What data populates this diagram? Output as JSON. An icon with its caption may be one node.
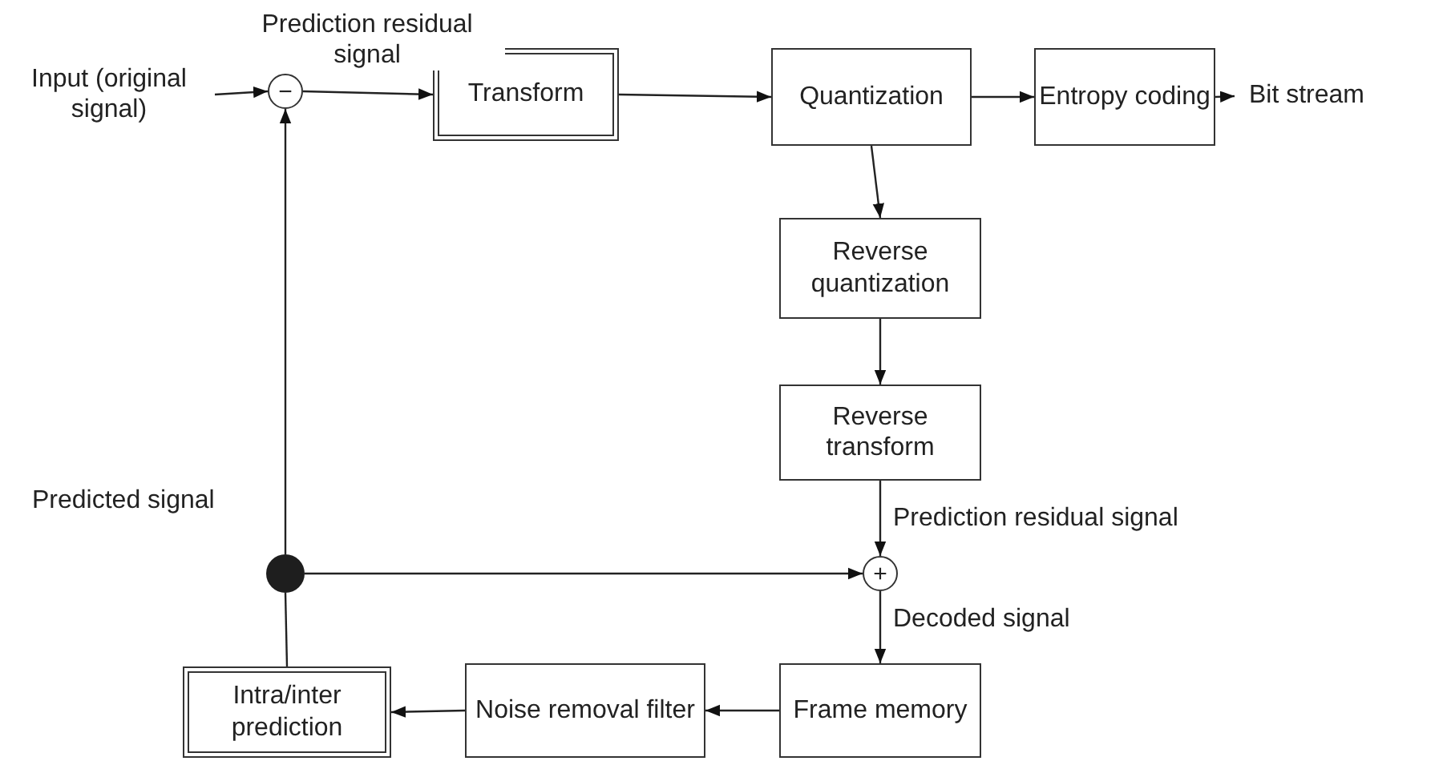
{
  "diagram": {
    "nodes": [
      {
        "text": [
          "Input (original signal)"
        ]
      },
      {
        "text": [
          "−"
        ]
      },
      {
        "text": [
          "Transform"
        ]
      },
      {
        "text": [
          "Quantization"
        ]
      },
      {
        "text": [
          "Entropy coding"
        ]
      },
      {
        "text": [
          "Bit stream"
        ]
      },
      {
        "text": [
          "Reverse quantization"
        ]
      },
      {
        "text": [
          "Reverse transform"
        ]
      },
      {
        "text": [
          "+"
        ]
      },
      {
        "text": [
          "Frame memory"
        ]
      },
      {
        "text": [
          "Noise removal filter"
        ]
      },
      {
        "text": [
          "Intra/inter prediction"
        ]
      },
      {
        "text": [],
        "shape": "circle"
      }
    ],
    "edges": [
      {
        "from": 0,
        "to": 1,
        "arrow": "to"
      },
      {
        "from": 1,
        "to": 2,
        "arrow": "to",
        "label": "Prediction residual signal"
      },
      {
        "from": 2,
        "to": 3,
        "arrow": "to"
      },
      {
        "from": 3,
        "to": 4,
        "arrow": "to"
      },
      {
        "from": 4,
        "to": 5,
        "arrow": "to"
      },
      {
        "from": 3,
        "to": 6,
        "arrow": "to"
      },
      {
        "from": 6,
        "to": 7,
        "arrow": "to"
      },
      {
        "from": 7,
        "to": 8,
        "arrow": "to",
        "label": "Prediction residual signal"
      },
      {
        "from": 8,
        "to": 9,
        "arrow": "to",
        "label": "Decoded signal"
      },
      {
        "from": 9,
        "to": 10,
        "arrow": "to"
      },
      {
        "from": 10,
        "to": 11,
        "arrow": "to"
      },
      {
        "from": 11,
        "to": 12,
        "arrow": "none"
      },
      {
        "from": 12,
        "to": 1,
        "arrow": "to",
        "label": "Predicted signal"
      },
      {
        "from": 12,
        "to": 8,
        "arrow": "to"
      }
    ]
  }
}
